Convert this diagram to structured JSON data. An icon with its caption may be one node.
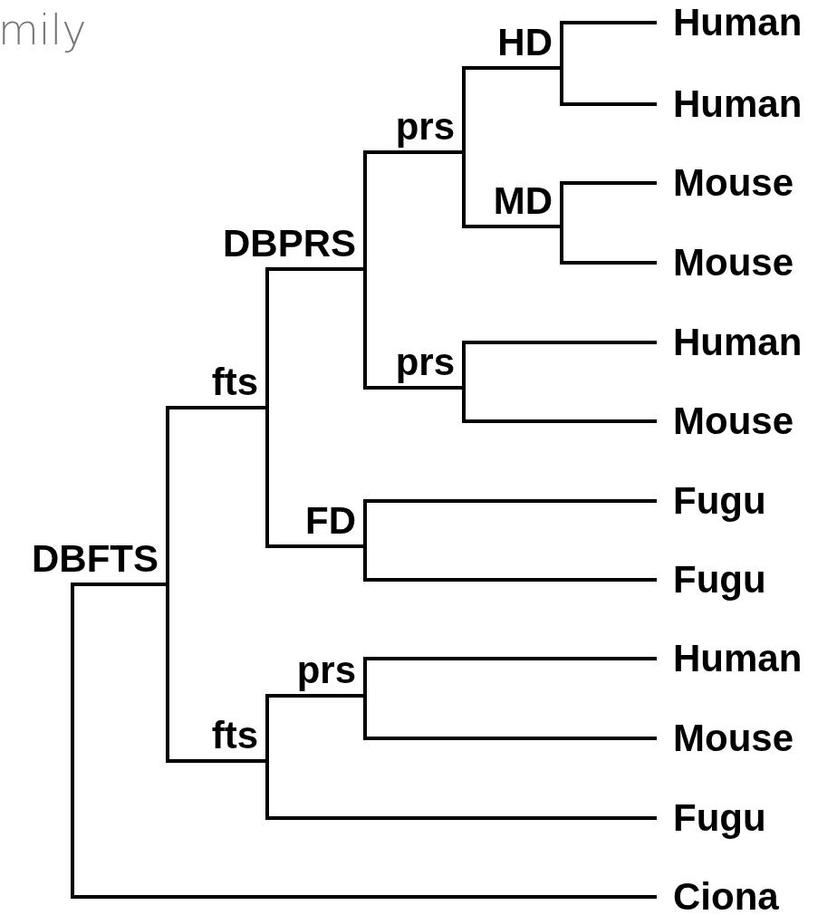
{
  "diagram": {
    "nodes": [
      {
        "text": [
          "DBFTS"
        ]
      },
      {
        "text": [
          "fts"
        ]
      },
      {
        "text": [
          "DBPRS"
        ]
      },
      {
        "text": [
          "prs"
        ]
      },
      {
        "text": [
          "HD"
        ]
      },
      {
        "text": [
          "Human"
        ]
      },
      {
        "text": [
          "Human"
        ]
      },
      {
        "text": [
          "MD"
        ]
      },
      {
        "text": [
          "Mouse"
        ]
      },
      {
        "text": [
          "Mouse"
        ]
      },
      {
        "text": [
          "prs"
        ]
      },
      {
        "text": [
          "Human"
        ]
      },
      {
        "text": [
          "Mouse"
        ]
      },
      {
        "text": [
          "FD"
        ]
      },
      {
        "text": [
          "Fugu"
        ]
      },
      {
        "text": [
          "Fugu"
        ]
      },
      {
        "text": [
          "fts"
        ]
      },
      {
        "text": [
          "prs"
        ]
      },
      {
        "text": [
          "Human"
        ]
      },
      {
        "text": [
          "Mouse"
        ]
      },
      {
        "text": [
          "Fugu"
        ]
      },
      {
        "text": [
          "Ciona"
        ]
      }
    ],
    "edges": [
      {
        "from": 0,
        "to": 1,
        "arrow": "none"
      },
      {
        "from": 0,
        "to": 16,
        "arrow": "none"
      },
      {
        "from": 1,
        "to": 2,
        "arrow": "none"
      },
      {
        "from": 1,
        "to": 13,
        "arrow": "none"
      },
      {
        "from": 2,
        "to": 3,
        "arrow": "none"
      },
      {
        "from": 2,
        "to": 10,
        "arrow": "none"
      },
      {
        "from": 3,
        "to": 4,
        "arrow": "none"
      },
      {
        "from": 3,
        "to": 7,
        "arrow": "none"
      },
      {
        "from": 4,
        "to": 5,
        "arrow": "none"
      },
      {
        "from": 4,
        "to": 6,
        "arrow": "none"
      },
      {
        "from": 7,
        "to": 8,
        "arrow": "none"
      },
      {
        "from": 7,
        "to": 9,
        "arrow": "none"
      },
      {
        "from": 10,
        "to": 11,
        "arrow": "none"
      },
      {
        "from": 10,
        "to": 12,
        "arrow": "none"
      },
      {
        "from": 13,
        "to": 14,
        "arrow": "none"
      },
      {
        "from": 13,
        "to": 15,
        "arrow": "none"
      },
      {
        "from": 16,
        "to": 17,
        "arrow": "none"
      },
      {
        "from": 16,
        "to": 20,
        "arrow": "none"
      },
      {
        "from": 17,
        "to": 18,
        "arrow": "none"
      },
      {
        "from": 17,
        "to": 19,
        "arrow": "none"
      },
      {
        "from": 0,
        "to": 21,
        "arrow": "none"
      }
    ],
    "labels": [
      "mily"
    ]
  }
}
